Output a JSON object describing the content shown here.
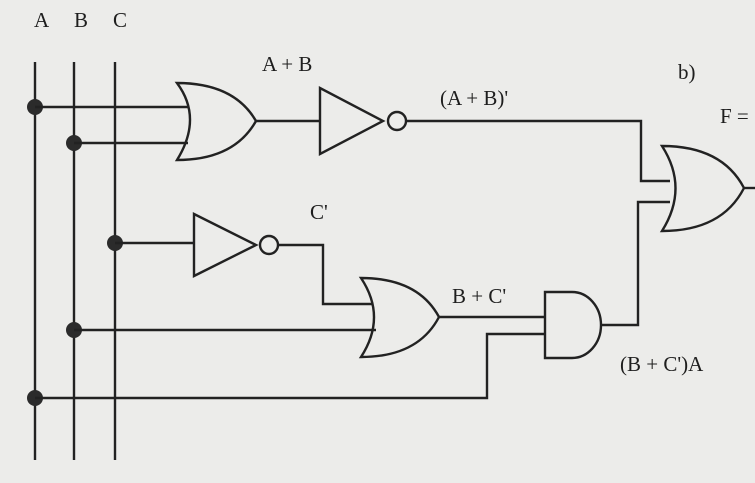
{
  "inputs": {
    "a": "A",
    "b": "B",
    "c": "C"
  },
  "labels": {
    "a_plus_b": "A + B",
    "not_a_plus_b": "(A + B)'",
    "part": "b)",
    "f_eq": "F =",
    "c_not": "C'",
    "b_plus_c_not": "B + C'",
    "product": "(B + C')A"
  },
  "colors": {
    "background": "#ececea",
    "ink": "#222222"
  }
}
